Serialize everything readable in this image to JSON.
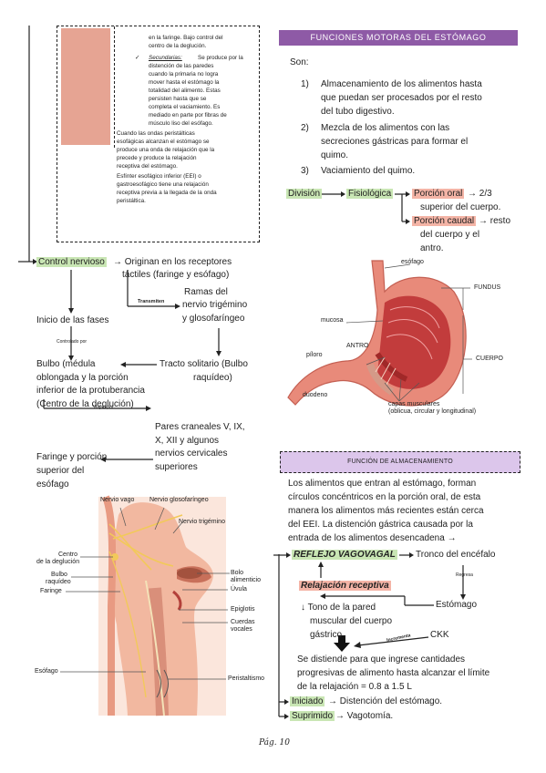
{
  "top_box": {
    "continuation": [
      "en la faringe. Bajo control del",
      "centro de la deglución."
    ],
    "secondary_label": "Secundarias:",
    "secondary_lines": [
      "Se produce por la",
      "distención de las paredes",
      "cuando la primaria no logra",
      "mover hasta el estómago la",
      "totalidad del alimento. Estas",
      "persisten hasta que se",
      "completa el vaciamiento. Es",
      "mediado en parte por fibras de",
      "músculo liso del esófago."
    ],
    "relax_lines": [
      "Cuando las ondas peristálticas",
      "esofágicas alcanzan el estómago se",
      "produce una onda de relajación que la",
      "precede y produce la relajación",
      "receptiva del estómago."
    ],
    "sphincter_lines": [
      "Esfínter esofágico inferior (EEI) o",
      "gastroesofágico tiene una relajación",
      "receptiva previa a la llegada de la onda",
      "peristáltica."
    ]
  },
  "left_flow": {
    "control_nervioso": "Control nervioso",
    "originan": [
      "→ Originan en los receptores",
      "táctiles (faringe y esófago)"
    ],
    "ramas": [
      "Ramas del",
      "nervio trigémino",
      "y glosofaríngeo"
    ],
    "transmiten": "Transmiten",
    "inicio": "Inicio de las fases",
    "controlado": "Controlado por",
    "bulbo": [
      "Bulbo (médula",
      "oblongada y la porción",
      "inferior de la protuberancia",
      "(Centro de la deglución)"
    ],
    "tracto": [
      "Tracto solitario (Bulbo",
      "raquídeo)"
    ],
    "viajan": "Viajan por",
    "pares": [
      "Pares craneales V, IX,",
      "X, XII y algunos",
      "nervios cervicales",
      "superiores"
    ],
    "faringe": [
      "Faringe y porción",
      "superior del",
      "esófago"
    ]
  },
  "swallow_figure": {
    "labels": {
      "nervio_vago": "Nervio vago",
      "nervio_glosofaringeo": "Nervio glosofaríngeo",
      "nervio_trigemino": "Nervio trigémino",
      "centro": [
        "Centro",
        "de la deglución"
      ],
      "bulbo": [
        "Bulbo",
        "raquídeo"
      ],
      "faringe": "Faringe",
      "bolo": [
        "Bolo",
        "alimenticio"
      ],
      "uvula": "Úvula",
      "epiglotis": "Epiglotis",
      "cuerdas": [
        "Cuerdas",
        "vocales"
      ],
      "esofago": "Esófago",
      "peristaltismo": "Peristaltismo"
    }
  },
  "motoras": {
    "header": "FUNCIONES MOTORAS DEL ESTÓMAGO",
    "son": "Son:",
    "items": [
      {
        "num": "1)",
        "lines": [
          "Almacenamiento de los alimentos hasta",
          "que puedan ser procesados por el resto",
          "del tubo digestivo."
        ]
      },
      {
        "num": "2)",
        "lines": [
          "Mezcla de los alimentos con las",
          "secreciones gástricas para formar el",
          "quimo."
        ]
      },
      {
        "num": "3)",
        "lines": [
          "Vaciamiento del quimo."
        ]
      }
    ],
    "division": "División",
    "fisiologica": "Fisiológica",
    "porcion_oral": "Porción oral",
    "oral_desc": [
      "→ 2/3",
      "superior del cuerpo."
    ],
    "porcion_caudal": "Porción caudal",
    "caudal_desc": [
      "→ resto",
      "del cuerpo y el",
      "antro."
    ]
  },
  "stomach_figure": {
    "labels": {
      "esofago": "esófago",
      "fundus": "FUNDUS",
      "mucosa": "mucosa",
      "antro": "ANTRO",
      "piloro": "píloro",
      "cuerpo": "CUERPO",
      "duodeno": "duodeno",
      "capas": [
        "capas musculares",
        "(oblicua, circular y longitudinal)"
      ]
    }
  },
  "almacenamiento": {
    "header": "FUNCIÓN DE ALMACENAMIENTO",
    "paragraph": [
      "Los alimentos que entran al estómago, forman",
      "círculos concéntricos en la porción oral, de esta",
      "manera los alimentos más recientes están cerca",
      "del EEI. La distención gástrica causada por la",
      "entrada de los alimentos desencadena →"
    ],
    "reflejo": "REFLEJO VAGOVAGAL",
    "tronco": "Tronco del encéfalo",
    "regresa": "Regresa",
    "relajacion": "Relajación receptiva",
    "estomago": "Estómago",
    "tono": [
      "↓ Tono de la pared",
      "muscular del cuerpo",
      "gástrico"
    ],
    "incrementa": "Incrementa",
    "ckk": "CKK",
    "distiende": [
      "Se distiende para que ingrese cantidades",
      "progresivas de alimento hasta alcanzar el límite",
      "de la relajación = 0.8 a 1.5 L"
    ],
    "iniciado": "Iniciado",
    "iniciado_desc": "→ Distención del estómago.",
    "suprimido": "Suprimido",
    "suprimido_desc": "→ Vagotomía."
  },
  "footer": {
    "page": "Pág. 10"
  }
}
